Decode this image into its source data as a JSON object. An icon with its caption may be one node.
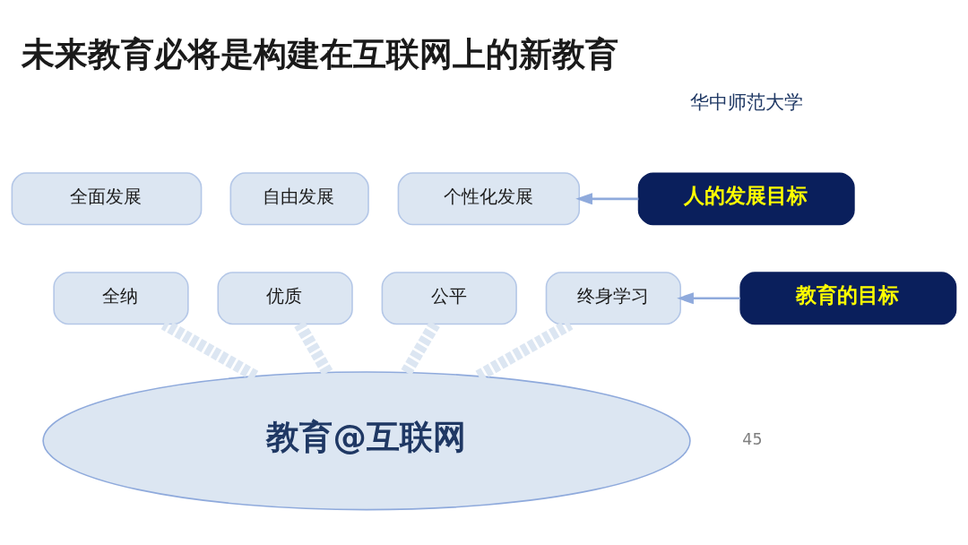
{
  "diagram": {
    "title": "未来教育必将是构建在互联网上的新教育",
    "nodes": [
      {
        "text": [
          "全面发展"
        ]
      },
      {
        "text": [
          "自由发展"
        ]
      },
      {
        "text": [
          "个性化发展"
        ]
      },
      {
        "text": [
          "人的发展目标"
        ]
      },
      {
        "text": [
          "全纳"
        ]
      },
      {
        "text": [
          "优质"
        ]
      },
      {
        "text": [
          "公平"
        ]
      },
      {
        "text": [
          "终身学习"
        ]
      },
      {
        "text": [
          "教育的目标"
        ]
      },
      {
        "text": [
          "教育@互联网"
        ]
      }
    ],
    "edges": [
      {
        "from": 3,
        "to": 2,
        "arrow": "to",
        "color": "#8faadc"
      },
      {
        "from": 8,
        "to": 7,
        "arrow": "to",
        "color": "#8faadc"
      },
      {
        "from": 9,
        "to": 4,
        "arrow": "none",
        "style": "dashed",
        "color": "#dce6f2"
      },
      {
        "from": 9,
        "to": 5,
        "arrow": "none",
        "style": "dashed",
        "color": "#dce6f2"
      },
      {
        "from": 9,
        "to": 6,
        "arrow": "none",
        "style": "dashed",
        "color": "#dce6f2"
      },
      {
        "from": 9,
        "to": 7,
        "arrow": "none",
        "style": "dashed",
        "color": "#dce6f2"
      }
    ],
    "labels": [
      "华中师范大学",
      "45"
    ]
  }
}
